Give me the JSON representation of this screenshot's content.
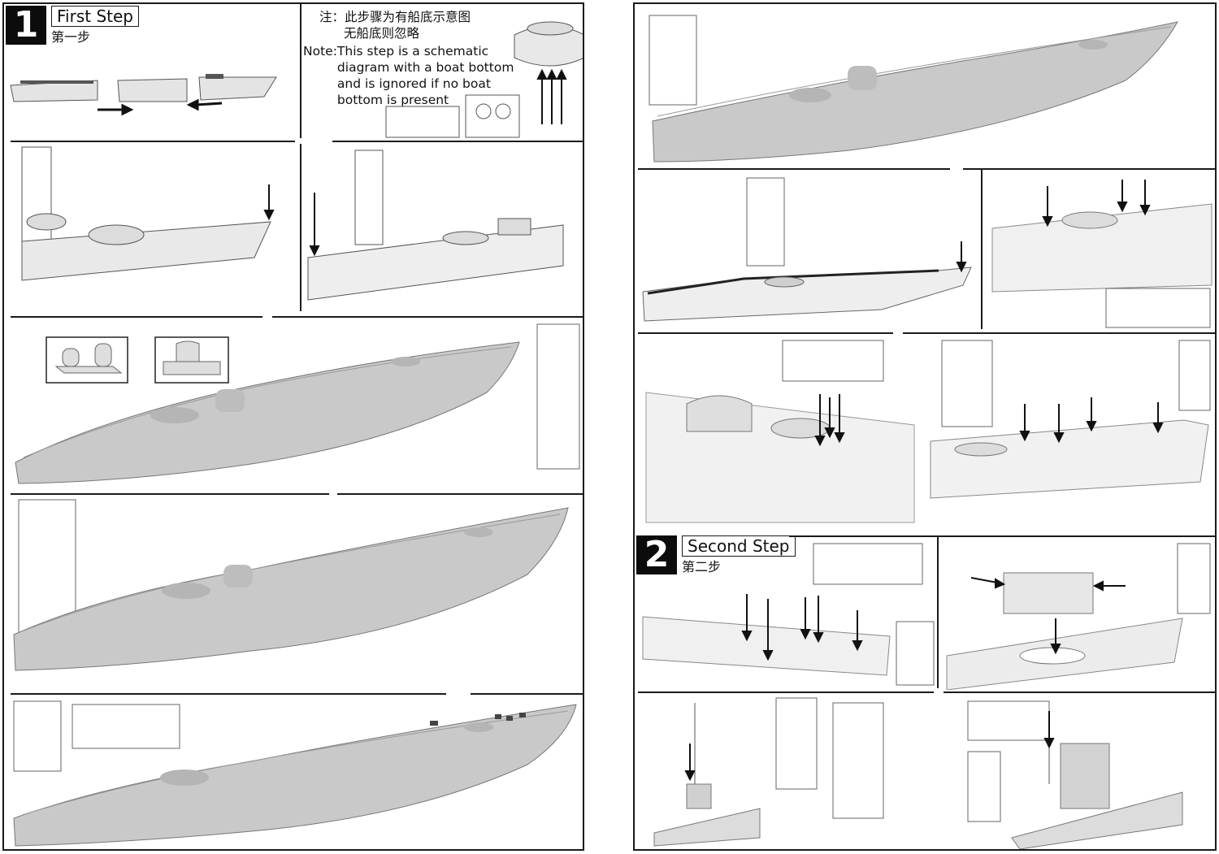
{
  "steps": [
    {
      "number": "1",
      "title_en": "First Step",
      "title_cn": "第一步"
    },
    {
      "number": "2",
      "title_en": "Second Step",
      "title_cn": "第二步"
    }
  ],
  "note": {
    "cn_line1": "注：此步骤为有船底示意图",
    "cn_line2": "无船底则忽略",
    "en_label": "Note:",
    "en_text": "This step is a schematic\ndiagram with a boat bottom\nand is ignored if no boat\nbottom is present"
  },
  "colors": {
    "hull_gray": "#c9c9c9",
    "deck_gray": "#d7d7d7",
    "line_art": "#555555",
    "frame": "#1a1a1a",
    "step_box": "#0c0c0c"
  }
}
